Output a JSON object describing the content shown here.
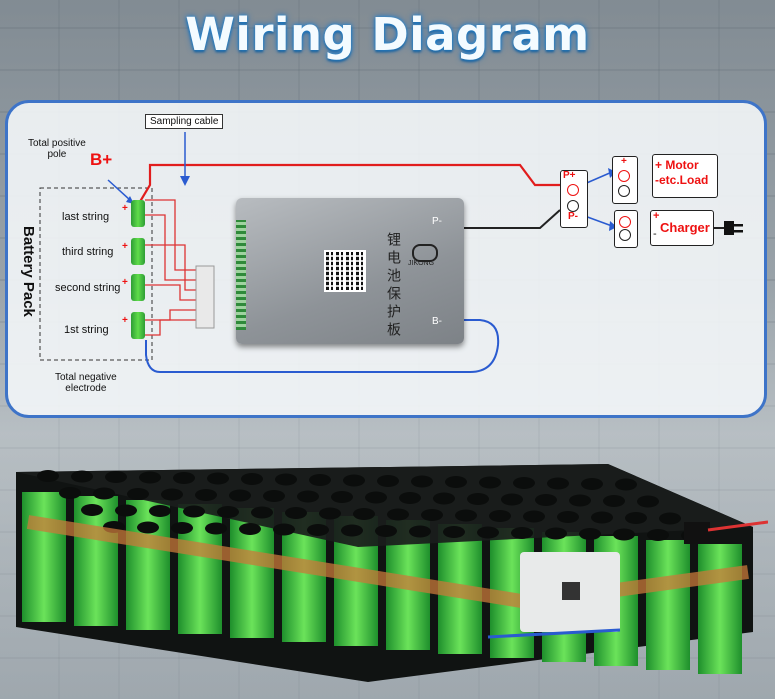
{
  "title": "Wiring Diagram",
  "labels": {
    "sampling_cable": "Sampling cable",
    "total_positive_pole": "Total positive\npole",
    "b_plus": "B+",
    "battery_pack": "Battery Pack",
    "strings": [
      "last string",
      "third string",
      "second string",
      "1st string"
    ],
    "total_negative_electrode": "Total negative\nelectrode",
    "p_plus": "P+",
    "p_minus": "P-",
    "bms_p_minus": "P-",
    "bms_b_minus": "B-",
    "motor_load": "+ Motor\n-etc.Load",
    "charger": "Charger",
    "charger_plus": "+",
    "charger_minus": "-",
    "cell_plus": "+",
    "cell_minus": "-",
    "bms_chinese": "锂电池保护板",
    "brand": "JIKONG"
  },
  "colors": {
    "panel_border": "#3e74c8",
    "positive_wire": "#e11d1d",
    "negative_wire": "#222222",
    "sampling_wire": "#d33",
    "return_wire": "#2a5bd0",
    "cell_green": "#4fd13f",
    "title_glow": "#2b8fd6"
  },
  "icons": {
    "qr": "qr-code-icon",
    "brand": "cloud-logo-icon",
    "plug": "power-plug-icon"
  }
}
